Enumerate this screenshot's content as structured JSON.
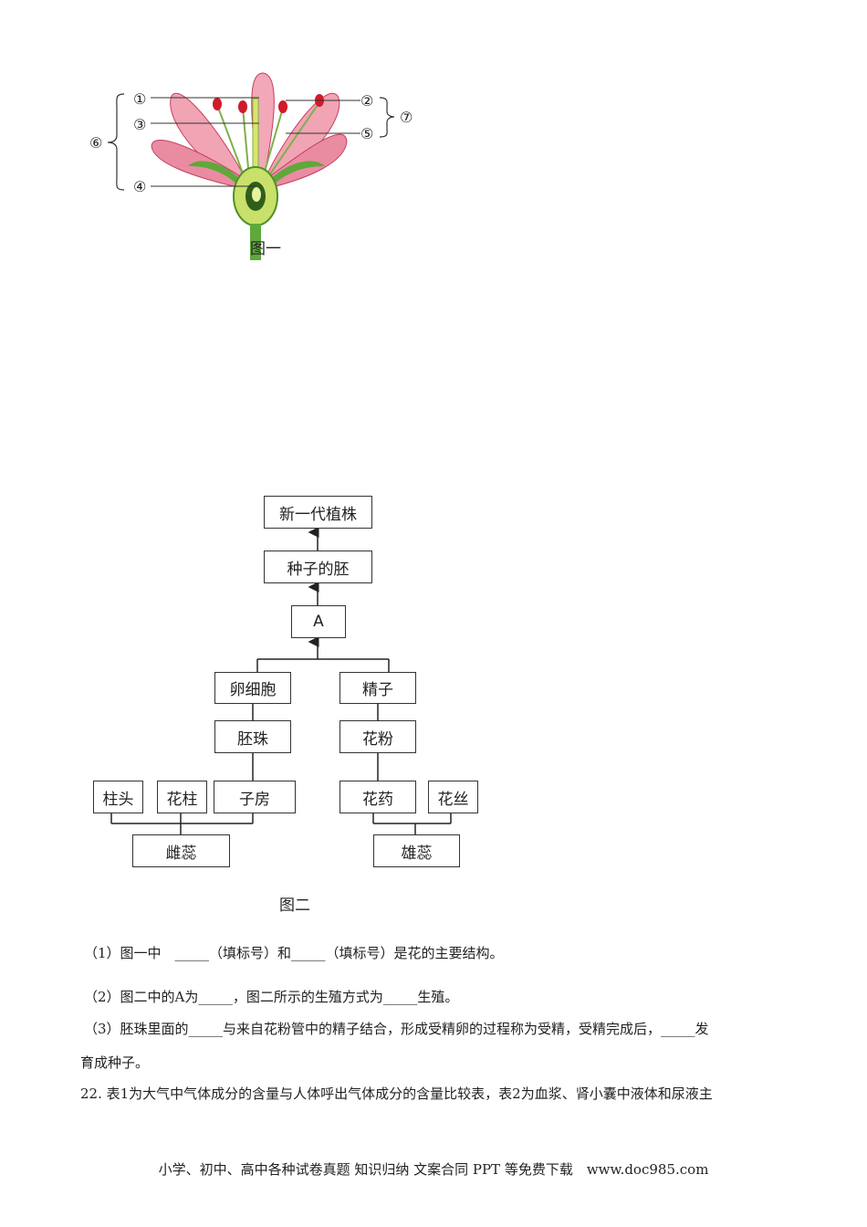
{
  "figure1": {
    "caption": "图一",
    "labels": [
      "①",
      "②",
      "③",
      "④",
      "⑤",
      "⑥",
      "⑦"
    ]
  },
  "figure2": {
    "caption": "图二",
    "boxes": {
      "new_plant": "新一代植株",
      "embryo": "种子的胚",
      "a": "A",
      "egg": "卵细胞",
      "sperm": "精子",
      "ovule": "胚珠",
      "pollen": "花粉",
      "stigma": "柱头",
      "style": "花柱",
      "ovary": "子房",
      "anther": "花药",
      "filament": "花丝",
      "pistil": "雌蕊",
      "stamen": "雄蕊"
    }
  },
  "questions": {
    "q1": "（1）图一中　_____（填标号）和_____（填标号）是花的主要结构。",
    "q2": "（2）图二中的A为_____，图二所示的生殖方式为_____生殖。",
    "q3_line1": "（3）胚珠里面的_____与来自花粉管中的精子结合，形成受精卵的过程称为受精，受精完成后，_____发",
    "q3_line2": "育成种子。",
    "q22": "22. 表1为大气中气体成分的含量与人体呼出气体成分的含量比较表，表2为血浆、肾小囊中液体和尿液主"
  },
  "footer": "小学、初中、高中各种试卷真题 知识归纳 文案合同 PPT 等免费下载　www.doc985.com",
  "colors": {
    "petal": "#e87a92",
    "petal_dark": "#c73e60",
    "leaf": "#5fa83a",
    "anther": "#d11a2a"
  }
}
